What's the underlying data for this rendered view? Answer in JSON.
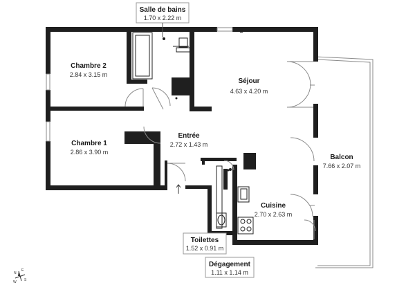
{
  "colors": {
    "wall": "#1f1f1f",
    "thin": "#8a8a8a",
    "label_border": "#9a9a9a",
    "background": "#ffffff"
  },
  "compass": {
    "n": "N",
    "e": "E",
    "s": "S",
    "w": "W"
  },
  "rooms": {
    "salle_de_bains": {
      "name": "Salle de bains",
      "dims": "1.70 x 2.22 m"
    },
    "chambre_2": {
      "name": "Chambre 2",
      "dims": "2.84 x 3.15 m"
    },
    "sejour": {
      "name": "Séjour",
      "dims": "4.63 x 4.20 m"
    },
    "entree": {
      "name": "Entrée",
      "dims": "2.72 x 1.43 m"
    },
    "chambre_1": {
      "name": "Chambre 1",
      "dims": "2.86 x 3.90 m"
    },
    "balcon": {
      "name": "Balcon",
      "dims": "7.66 x 2.07 m"
    },
    "cuisine": {
      "name": "Cuisine",
      "dims": "2.70 x 2.63 m"
    },
    "toilettes": {
      "name": "Toilettes",
      "dims": "1.52 x 0.91 m"
    },
    "degagement": {
      "name": "Dégagement",
      "dims": "1.11 x 1.14 m"
    }
  }
}
